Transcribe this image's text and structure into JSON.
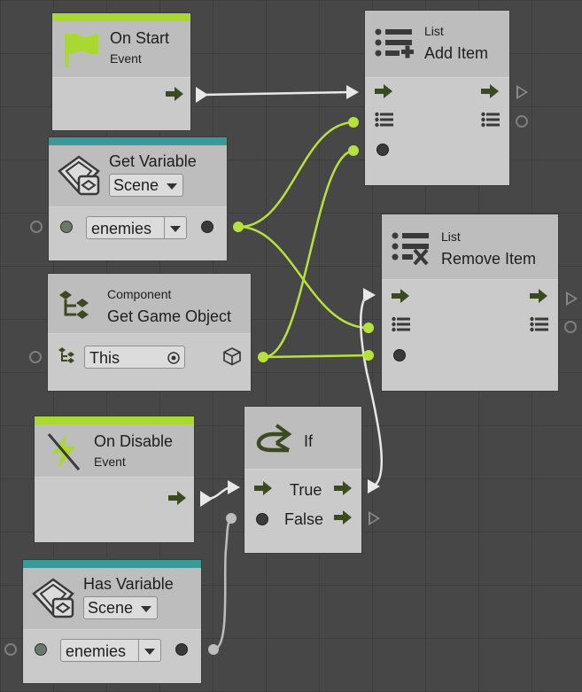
{
  "colors": {
    "flow_wire": "#e8e8e8",
    "value_wire": "#b6e23a",
    "event_bar": "#a9d82f",
    "variable_bar": "#3a9a9a",
    "background": "#474747"
  },
  "nodes": {
    "on_start": {
      "title": "On Start",
      "subtitle": "Event",
      "icon": "flag-icon"
    },
    "get_variable": {
      "title": "Get Variable",
      "scope": "Scene",
      "name": "enemies",
      "icon": "variable-icon"
    },
    "get_game_object": {
      "category": "Component",
      "title": "Get Game Object",
      "target": "This",
      "icon": "hierarchy-icon"
    },
    "on_disable": {
      "title": "On Disable",
      "subtitle": "Event",
      "icon": "disable-icon"
    },
    "has_variable": {
      "title": "Has Variable",
      "scope": "Scene",
      "name": "enemies",
      "icon": "variable-icon"
    },
    "add_item": {
      "category": "List",
      "title": "Add Item",
      "icon": "list-add-icon"
    },
    "remove_item": {
      "category": "List",
      "title": "Remove Item",
      "icon": "list-remove-icon"
    },
    "if": {
      "title": "If",
      "true_label": "True",
      "false_label": "False",
      "icon": "branch-icon"
    }
  }
}
